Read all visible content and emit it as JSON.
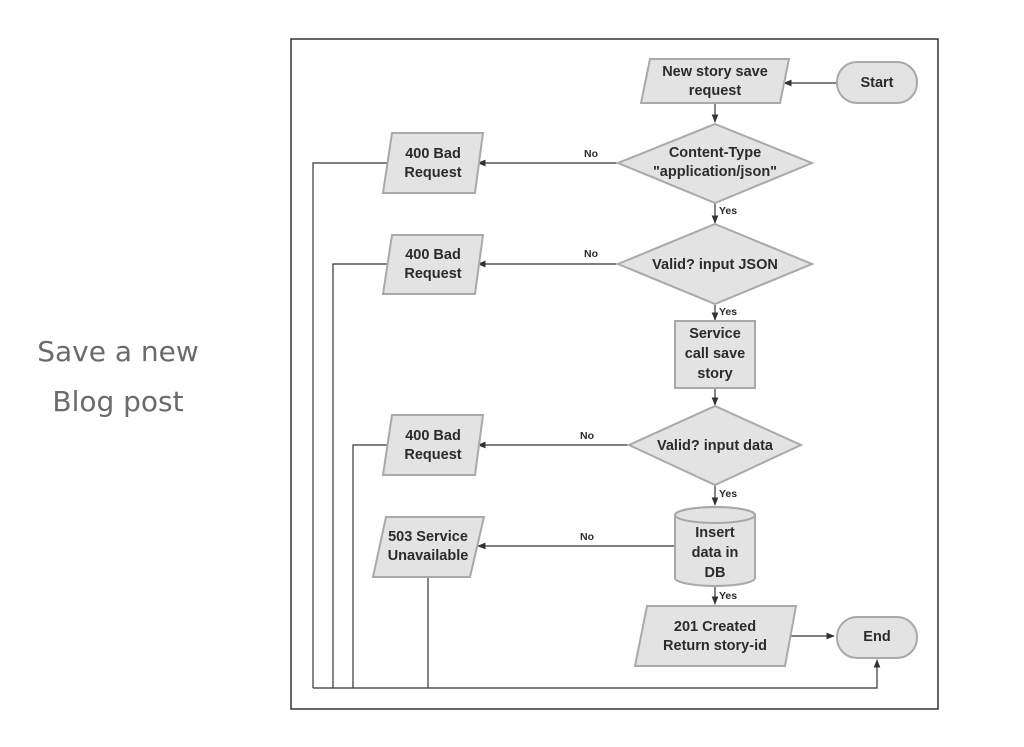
{
  "slide": {
    "title_lines": [
      "Save a new",
      "Blog post"
    ]
  },
  "flowchart": {
    "nodes": {
      "start": "Start",
      "new_request": [
        "New story save",
        "request"
      ],
      "check_content_type": [
        "Content-Type",
        "\"application/json\""
      ],
      "bad_request_1": [
        "400 Bad",
        "Request"
      ],
      "check_json": [
        "Valid? input JSON"
      ],
      "bad_request_2": [
        "400 Bad",
        "Request"
      ],
      "service_call": [
        "Service",
        "call save",
        "story"
      ],
      "check_data": [
        "Valid? input data"
      ],
      "bad_request_3": [
        "400 Bad",
        "Request"
      ],
      "insert_db": [
        "Insert",
        "data in",
        "DB"
      ],
      "service_unavailable": [
        "503 Service",
        "Unavailable"
      ],
      "created": [
        "201 Created",
        "Return story-id"
      ],
      "end": "End"
    },
    "edge_labels": {
      "content_type_no": "No",
      "content_type_yes": "Yes",
      "json_no": "No",
      "json_yes": "Yes",
      "data_no": "No",
      "data_yes": "Yes",
      "db_no": "No",
      "db_yes": "Yes"
    },
    "colors": {
      "shape_fill": "#e3e3e3",
      "shape_stroke": "#a9a9a9",
      "line": "#333333",
      "title_text": "#6b6b6b"
    }
  }
}
